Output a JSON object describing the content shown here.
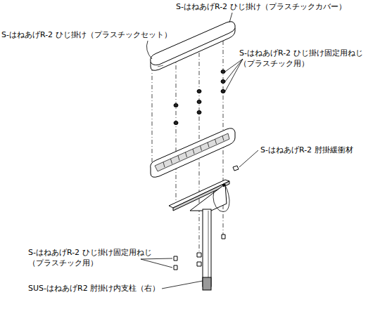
{
  "diagram": {
    "labels": [
      "S-はねあげR-2 ひじ掛け（プラスチックカバー）",
      "S-はねあげR-2 ひじ掛け（プラスチックセット）",
      "S-はねあげR-2 ひじ掛け固定用ねじ （プラスチック用）",
      "S-はねあげR-2 肘掛緩衝材",
      "S-はねあげR-2 ひじ掛け固定用ねじ （プラスチック用）",
      "SUS-はねあげR2 肘掛け内支柱（右）"
    ]
  }
}
